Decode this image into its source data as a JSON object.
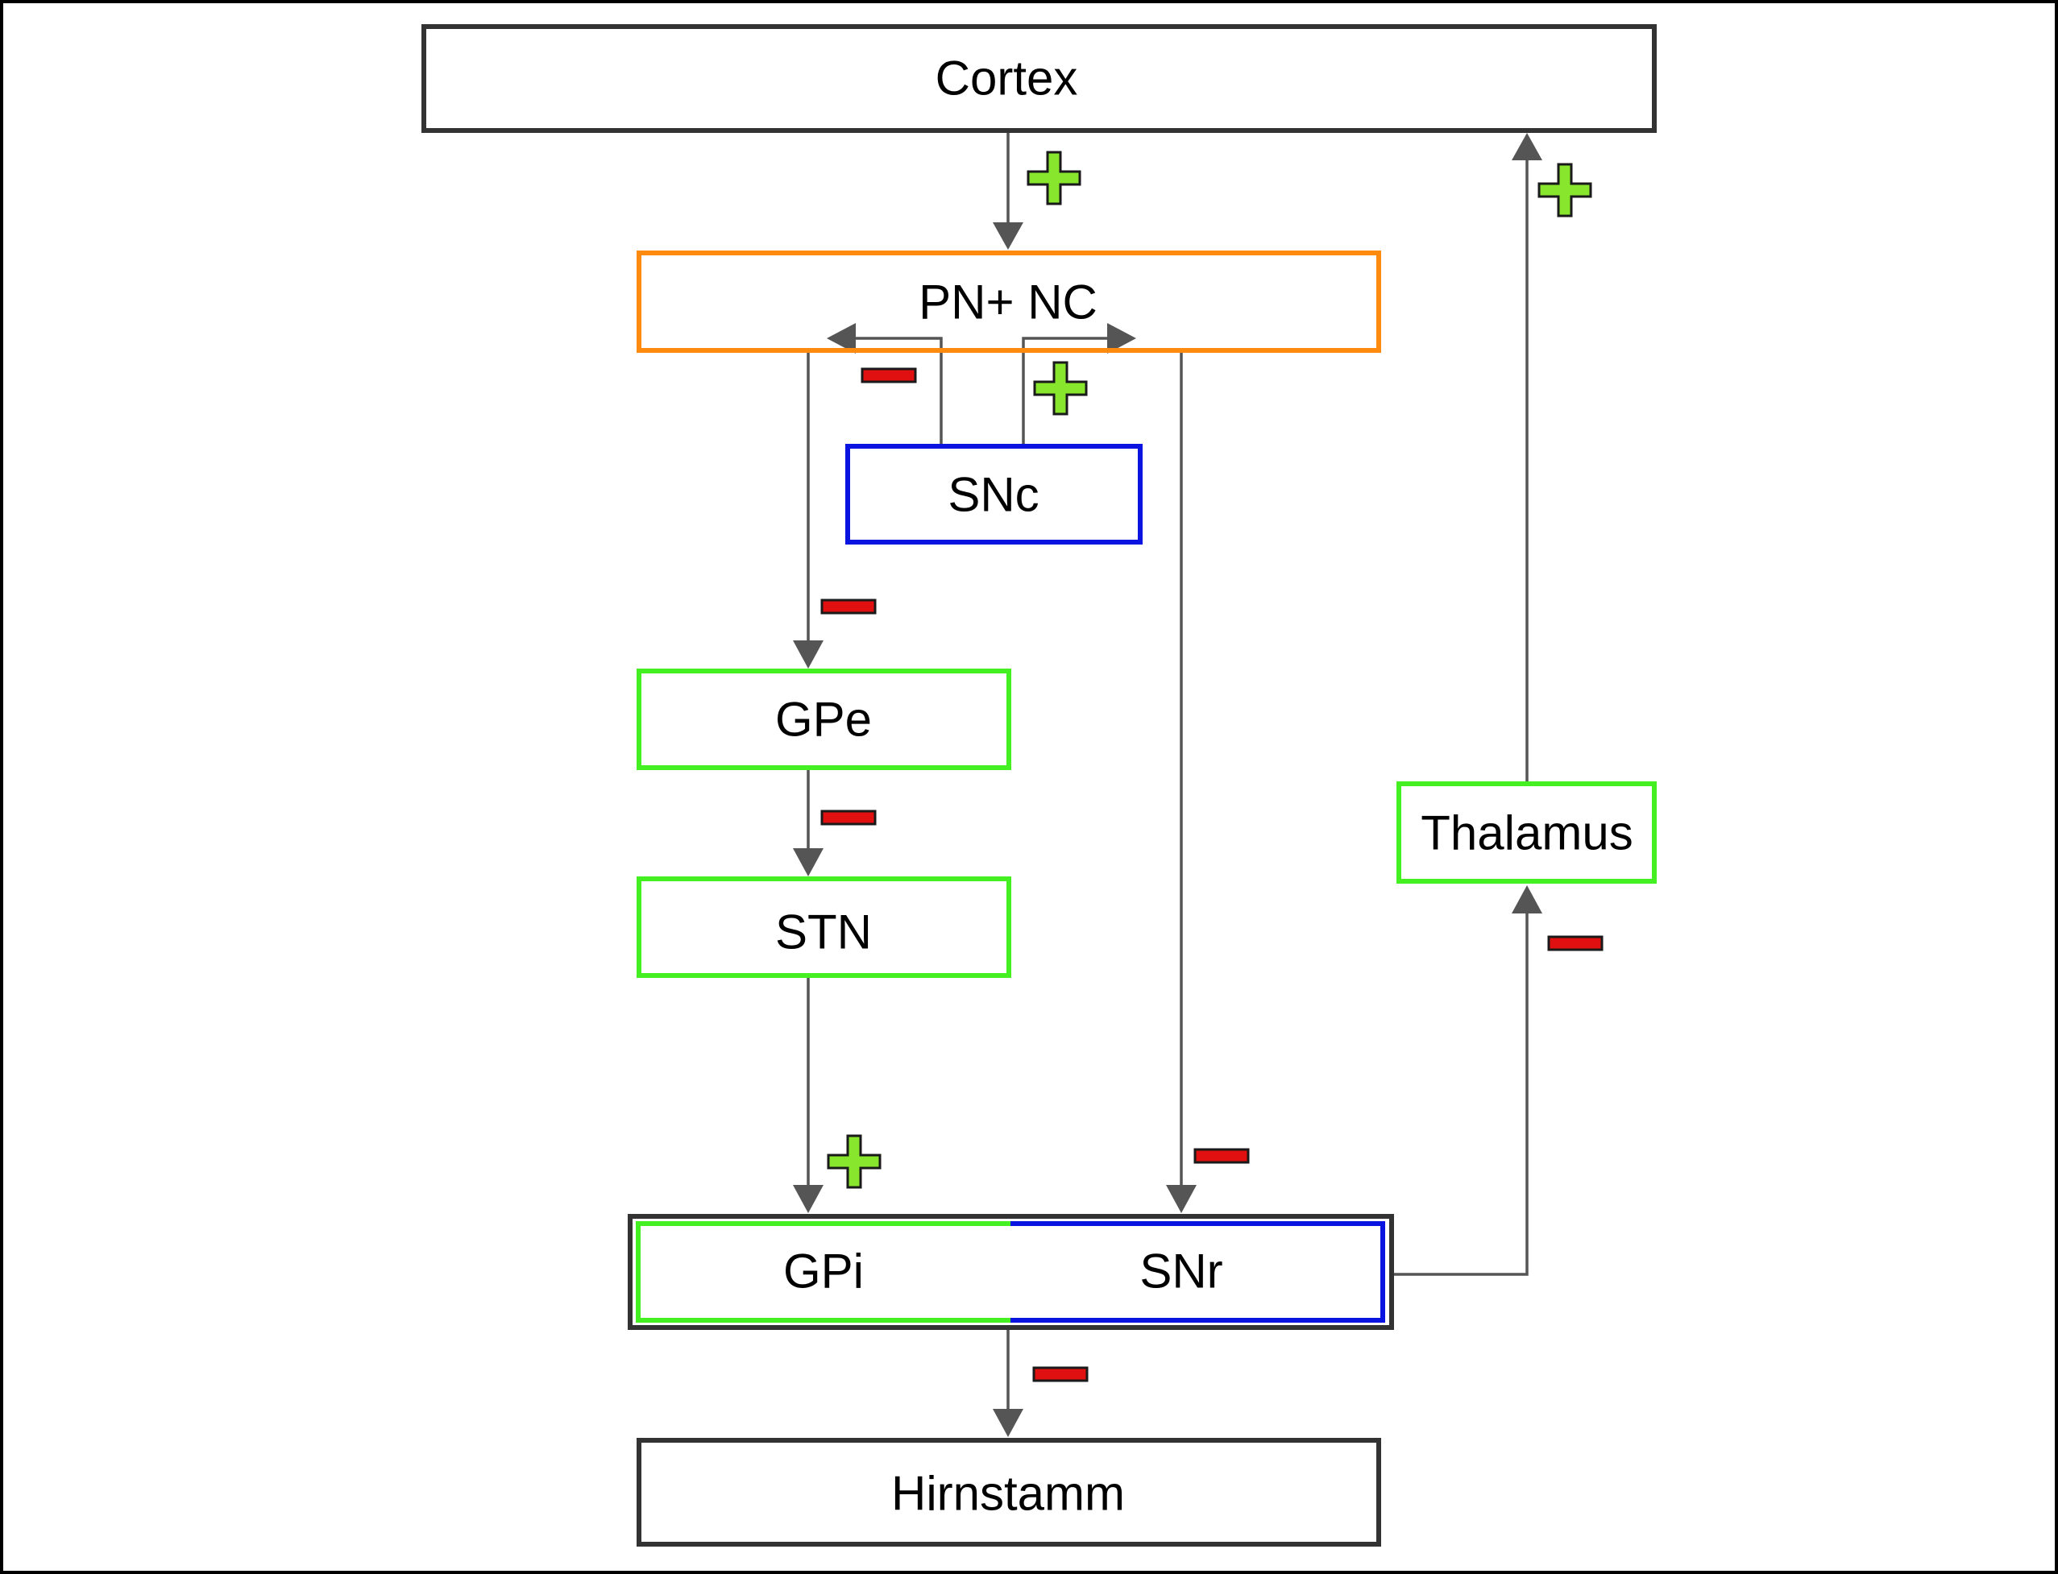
{
  "nodes": {
    "cortex": {
      "label": "Cortex",
      "border": "#333333"
    },
    "pn_nc": {
      "label": "PN+ NC",
      "border": "#ff8a10"
    },
    "snc": {
      "label": "SNc",
      "border": "#0a14e0"
    },
    "gpe": {
      "label": "GPe",
      "border": "#44ef22"
    },
    "stn": {
      "label": "STN",
      "border": "#44ef22"
    },
    "gpi": {
      "label": "GPi",
      "border": "#44ef22"
    },
    "snr": {
      "label": "SNr",
      "border": "#0a14e0"
    },
    "thalamus": {
      "label": "Thalamus",
      "border": "#44ef22"
    },
    "hirnstamm": {
      "label": "Hirnstamm",
      "border": "#333333"
    }
  },
  "edges": [
    {
      "from": "Cortex",
      "to": "PN+ NC",
      "sign": "plus"
    },
    {
      "from": "SNc",
      "to": "PN+ NC",
      "sign": "minus"
    },
    {
      "from": "SNc",
      "to": "PN+ NC",
      "sign": "plus"
    },
    {
      "from": "PN+ NC",
      "to": "GPe",
      "sign": "minus"
    },
    {
      "from": "GPe",
      "to": "STN",
      "sign": "minus"
    },
    {
      "from": "STN",
      "to": "GPi",
      "sign": "plus"
    },
    {
      "from": "PN+ NC",
      "to": "SNr",
      "sign": "minus"
    },
    {
      "from": "GPi/SNr",
      "to": "Hirnstamm",
      "sign": "minus"
    },
    {
      "from": "GPi/SNr",
      "to": "Thalamus",
      "sign": "minus"
    },
    {
      "from": "Thalamus",
      "to": "Cortex",
      "sign": "plus"
    }
  ],
  "colors": {
    "plus_sign": "#88e62c",
    "minus_sign": "#e01010",
    "edge": "#555555",
    "frame": "#000000"
  }
}
